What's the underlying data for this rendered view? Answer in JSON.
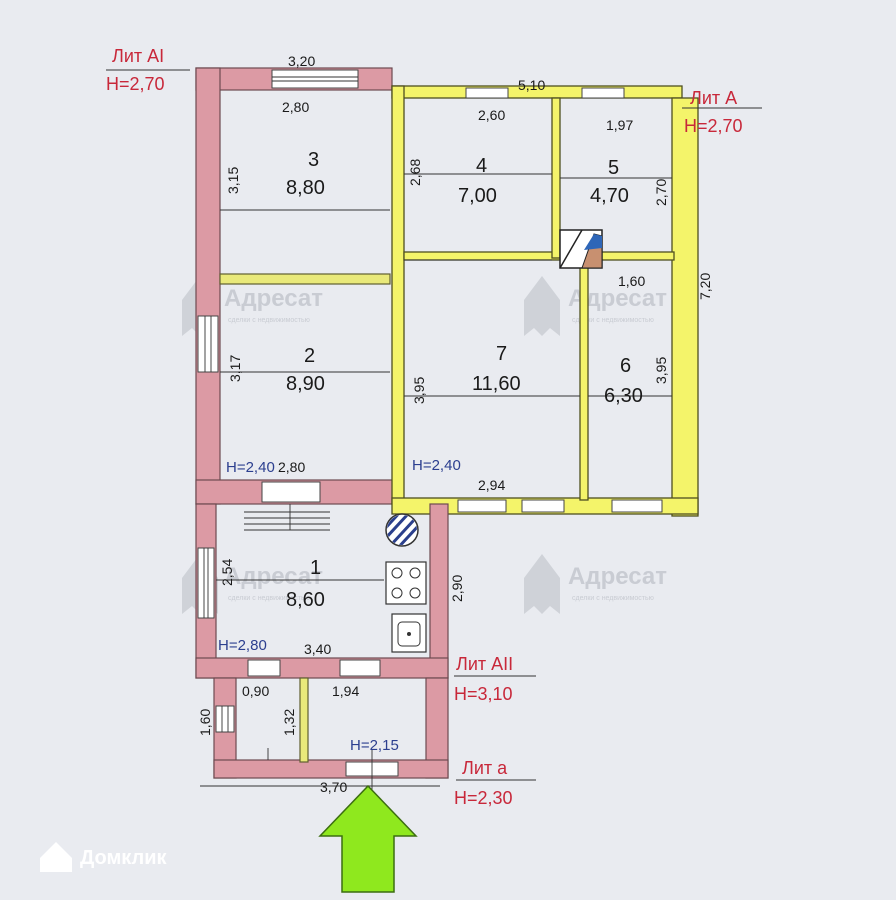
{
  "litAI": {
    "name": "Лит АI",
    "height": "H=2,70"
  },
  "litA": {
    "name": "Лит А",
    "height": "H=2,70"
  },
  "litAII": {
    "name": "Лит АII",
    "height": "H=3,10"
  },
  "lita": {
    "name": "Лит а",
    "height": "H=2,30"
  },
  "dims": {
    "d_3_20": "3,20",
    "d_2_80_top": "2,80",
    "d_5_10": "5,10",
    "d_2_60": "2,60",
    "d_1_97": "1,97",
    "d_3_15": "3,15",
    "d_2_68": "2,68",
    "d_2_70": "2,70",
    "d_7_20": "7,20",
    "d_1_60_mid": "1,60",
    "d_3_17": "3,17",
    "d_3_95_left": "3,95",
    "d_3_95_right": "3,95",
    "d_2_80_mid": "2,80",
    "d_2_94": "2,94",
    "d_2_54": "2,54",
    "d_2_90": "2,90",
    "d_3_40": "3,40",
    "d_0_90": "0,90",
    "d_1_94": "1,94",
    "d_1_32": "1,32",
    "d_1_60_left": "1,60",
    "d_3_70": "3,70"
  },
  "heights": {
    "h_room2": "H=2,40",
    "h_room7": "H=2,40",
    "h_room1": "H=2,80",
    "h_veranda": "H=2,15"
  },
  "rooms": [
    {
      "number": "3",
      "area": "8,80"
    },
    {
      "number": "4",
      "area": "7,00"
    },
    {
      "number": "5",
      "area": "4,70"
    },
    {
      "number": "2",
      "area": "8,90"
    },
    {
      "number": "7",
      "area": "11,60"
    },
    {
      "number": "6",
      "area": "6,30"
    },
    {
      "number": "1",
      "area": "8,60"
    }
  ],
  "watermark": {
    "brand": "Адресат",
    "tagline": "сделки с недвижимостью"
  },
  "footer": {
    "logo": "Домклик"
  },
  "colors": {
    "red_label": "#c8283a",
    "wall_pink": "#dc9aa4",
    "wall_yellow": "#f4f46a",
    "arrow_green": "#8fe81e"
  }
}
